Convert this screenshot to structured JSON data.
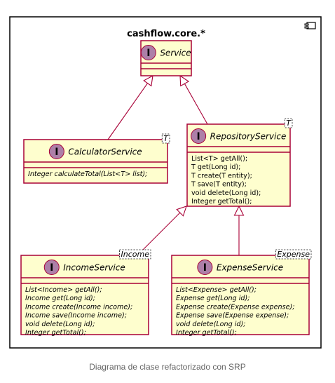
{
  "package": {
    "name": "cashflow.core.*"
  },
  "interfaces": {
    "service": {
      "stereotype": "I",
      "name": "Service",
      "generic": "",
      "members": []
    },
    "calculator": {
      "stereotype": "I",
      "name": "CalculatorService",
      "generic": "T",
      "members": [
        "Integer calculateTotal(List<T> list);"
      ]
    },
    "repository": {
      "stereotype": "I",
      "name": "RepositoryService",
      "generic": "T",
      "members": [
        "List<T> getAll();",
        "T get(Long id);",
        "T create(T entity);",
        "T save(T entity);",
        "void delete(Long id);",
        "Integer getTotal();"
      ]
    },
    "income": {
      "stereotype": "I",
      "name": "IncomeService",
      "generic": "Income",
      "members": [
        "List<Income> getAll();",
        "Income get(Long id);",
        "Income create(Income income);",
        "Income save(Income income);",
        "void delete(Long id);",
        "Integer getTotal();"
      ]
    },
    "expense": {
      "stereotype": "I",
      "name": "ExpenseService",
      "generic": "Expense",
      "members": [
        "List<Expense> getAll();",
        "Expense get(Long id);",
        "Expense create(Expense expense);",
        "Expense save(Expense expense);",
        "void delete(Long id);",
        "Integer getTotal();"
      ]
    }
  },
  "relations": [
    {
      "from": "calculator",
      "to": "service",
      "type": "generalization"
    },
    {
      "from": "repository",
      "to": "service",
      "type": "generalization"
    },
    {
      "from": "income",
      "to": "repository",
      "type": "generalization"
    },
    {
      "from": "expense",
      "to": "repository",
      "type": "generalization"
    }
  ],
  "caption": "Diagrama de clase refactorizado con SRP",
  "colors": {
    "box_fill": "#fefece",
    "box_border": "#a80036",
    "line": "#a80036",
    "circle": "#ad7fa8",
    "text": "#000000"
  }
}
